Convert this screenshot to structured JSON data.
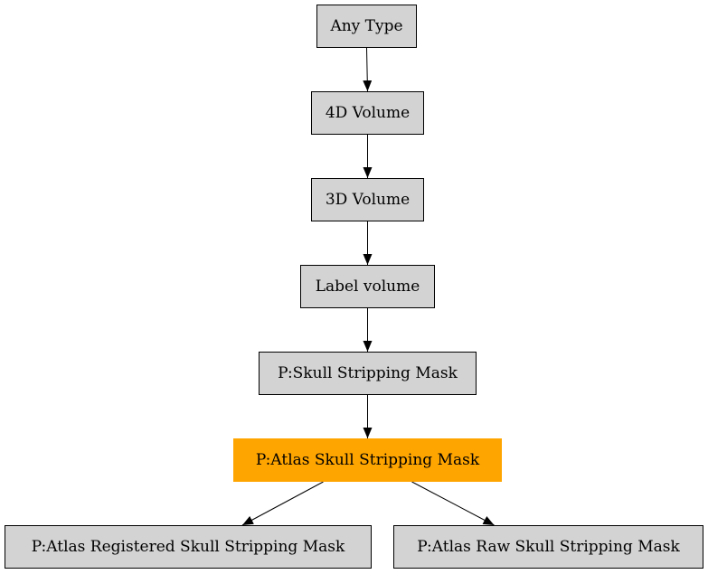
{
  "diagram": {
    "nodes": [
      {
        "id": "any_type",
        "label": "Any Type",
        "fill": "#d3d3d3"
      },
      {
        "id": "vol_4d",
        "label": "4D Volume",
        "fill": "#d3d3d3"
      },
      {
        "id": "vol_3d",
        "label": "3D Volume",
        "fill": "#d3d3d3"
      },
      {
        "id": "label_volume",
        "label": "Label volume",
        "fill": "#d3d3d3"
      },
      {
        "id": "skull_mask",
        "label": "P:Skull Stripping Mask",
        "fill": "#d3d3d3"
      },
      {
        "id": "atlas_mask",
        "label": "P:Atlas Skull Stripping Mask",
        "fill": "#ffa500"
      },
      {
        "id": "atlas_registered",
        "label": "P:Atlas Registered Skull Stripping Mask",
        "fill": "#d3d3d3"
      },
      {
        "id": "atlas_raw",
        "label": "P:Atlas Raw Skull Stripping Mask",
        "fill": "#d3d3d3"
      }
    ],
    "edges": [
      {
        "from": "any_type",
        "to": "vol_4d"
      },
      {
        "from": "vol_4d",
        "to": "vol_3d"
      },
      {
        "from": "vol_3d",
        "to": "label_volume"
      },
      {
        "from": "label_volume",
        "to": "skull_mask"
      },
      {
        "from": "skull_mask",
        "to": "atlas_mask"
      },
      {
        "from": "atlas_mask",
        "to": "atlas_registered"
      },
      {
        "from": "atlas_mask",
        "to": "atlas_raw"
      }
    ]
  }
}
